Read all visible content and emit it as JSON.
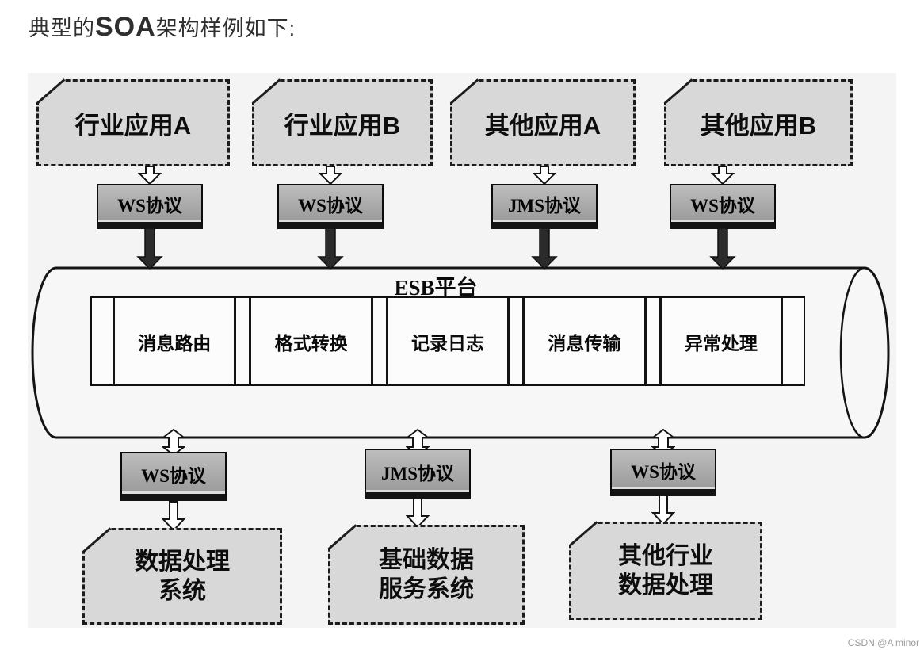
{
  "page": {
    "title_prefix": "典型的",
    "title_soa": "SOA",
    "title_suffix": "架构样例如下:",
    "watermark": "CSDN @A minor"
  },
  "top_apps": [
    {
      "label": "行业应用A",
      "protocol": "WS协议"
    },
    {
      "label": "行业应用B",
      "protocol": "WS协议"
    },
    {
      "label": "其他应用A",
      "protocol": "JMS协议"
    },
    {
      "label": "其他应用B",
      "protocol": "WS协议"
    }
  ],
  "esb": {
    "label": "ESB平台",
    "services": [
      "消息路由",
      "格式转换",
      "记录日志",
      "消息传输",
      "异常处理"
    ]
  },
  "bottom_systems": [
    {
      "protocol": "WS协议",
      "line1": "数据处理",
      "line2": "系统"
    },
    {
      "protocol": "JMS协议",
      "line1": "基础数据",
      "line2": "服务系统"
    },
    {
      "protocol": "WS协议",
      "line1": "其他行业",
      "line2": "数据处理"
    }
  ],
  "colors": {
    "diagram_bg": "#f4f4f4",
    "dashed_box_fill": "#d8d8d8",
    "protocol_box_fill": "#a6a6a6",
    "line_color": "#141414"
  }
}
